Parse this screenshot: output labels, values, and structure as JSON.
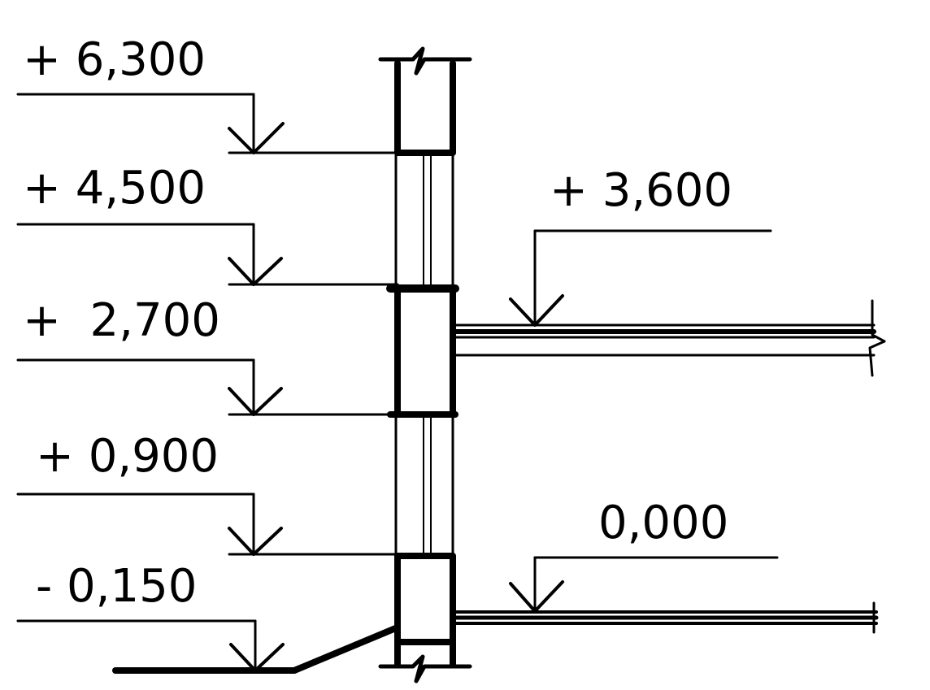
{
  "elevation_marks": {
    "left": [
      {
        "id": "mark-6300",
        "label": "+ 6,300",
        "value": 6.3
      },
      {
        "id": "mark-4500",
        "label": "+ 4,500",
        "value": 4.5
      },
      {
        "id": "mark-2700",
        "label": "+  2,700",
        "value": 2.7
      },
      {
        "id": "mark-0900",
        "label": "+ 0,900",
        "value": 0.9
      },
      {
        "id": "mark-neg0150",
        "label": "- 0,150",
        "value": -0.15
      }
    ],
    "right": [
      {
        "id": "mark-3600",
        "label": "+ 3,600",
        "value": 3.6
      },
      {
        "id": "mark-0000",
        "label": "0,000",
        "value": 0.0
      }
    ]
  },
  "colors": {
    "ink": "#000000",
    "background": "#ffffff"
  }
}
